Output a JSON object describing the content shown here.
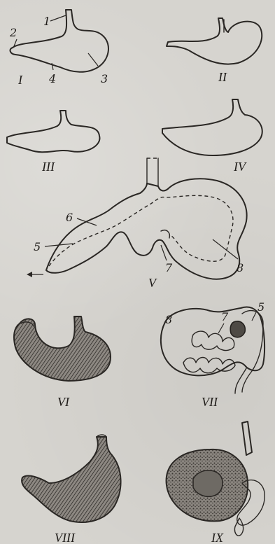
{
  "figures": [
    {
      "roman": "I",
      "callouts": [
        "1",
        "2",
        "3",
        "4"
      ]
    },
    {
      "roman": "II"
    },
    {
      "roman": "III"
    },
    {
      "roman": "IV"
    },
    {
      "roman": "V",
      "callouts": [
        "5",
        "6",
        "7",
        "8"
      ]
    },
    {
      "roman": "VI"
    },
    {
      "roman": "VII",
      "callouts": [
        "8",
        "7",
        "5"
      ]
    },
    {
      "roman": "VIII"
    },
    {
      "roman": "IX"
    }
  ]
}
